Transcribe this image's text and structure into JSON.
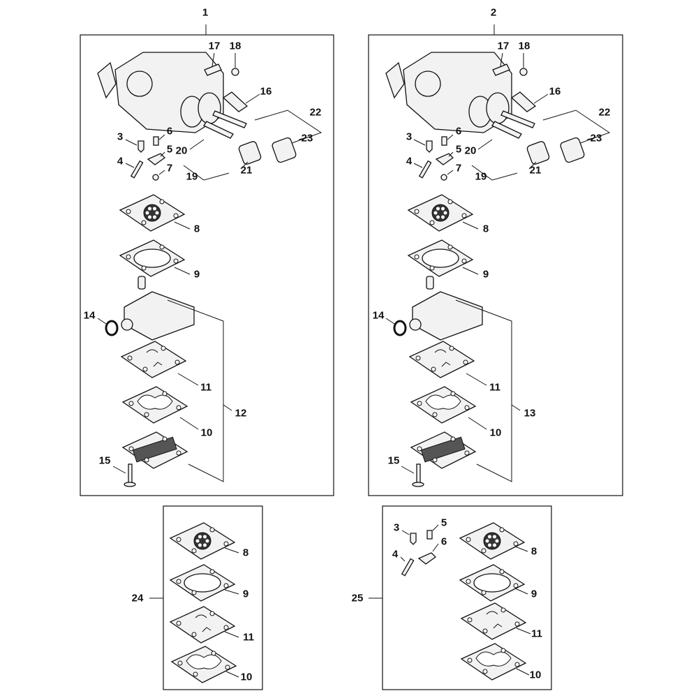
{
  "assemblies": [
    {
      "number": "1",
      "callouts": [
        "17",
        "18",
        "16",
        "22",
        "3",
        "6",
        "5",
        "23",
        "20",
        "4",
        "7",
        "21",
        "19",
        "8",
        "9",
        "14",
        "11",
        "12",
        "10",
        "15"
      ]
    },
    {
      "number": "2",
      "callouts": [
        "17",
        "18",
        "16",
        "22",
        "3",
        "6",
        "5",
        "23",
        "20",
        "4",
        "7",
        "21",
        "19",
        "8",
        "9",
        "14",
        "11",
        "13",
        "10",
        "15"
      ]
    },
    {
      "number": "24",
      "callouts": [
        "8",
        "9",
        "11",
        "10"
      ]
    },
    {
      "number": "25",
      "callouts": [
        "3",
        "5",
        "6",
        "4",
        "8",
        "9",
        "11",
        "10"
      ]
    }
  ],
  "colors": {
    "line": "#111111",
    "part_fill": "#f2f2f2",
    "background": "#ffffff"
  }
}
